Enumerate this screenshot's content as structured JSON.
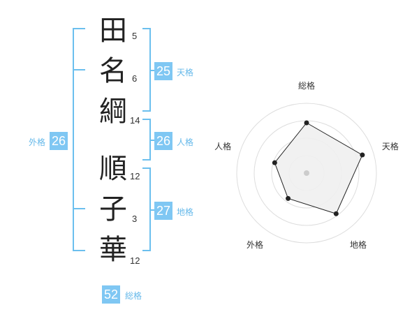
{
  "name": {
    "chars": [
      {
        "char": "田",
        "strokes": "5"
      },
      {
        "char": "名",
        "strokes": "6"
      },
      {
        "char": "綱",
        "strokes": "14"
      },
      {
        "char": "順",
        "strokes": "12"
      },
      {
        "char": "子",
        "strokes": "3"
      },
      {
        "char": "華",
        "strokes": "12"
      }
    ]
  },
  "kakusu": {
    "ten": {
      "value": "25",
      "label": "天格"
    },
    "jin": {
      "value": "26",
      "label": "人格"
    },
    "chi": {
      "value": "27",
      "label": "地格"
    },
    "gai": {
      "value": "26",
      "label": "外格"
    },
    "sou": {
      "value": "52",
      "label": "総格"
    }
  },
  "radar": {
    "axes": [
      "総格",
      "天格",
      "地格",
      "外格",
      "人格"
    ],
    "levels": 4,
    "scores": [
      0.72,
      0.84,
      0.72,
      0.45,
      0.48
    ],
    "colors": {
      "fill": "#efefef",
      "stroke": "#222222",
      "grid": "#dddddd",
      "center": "#cccccc"
    }
  }
}
